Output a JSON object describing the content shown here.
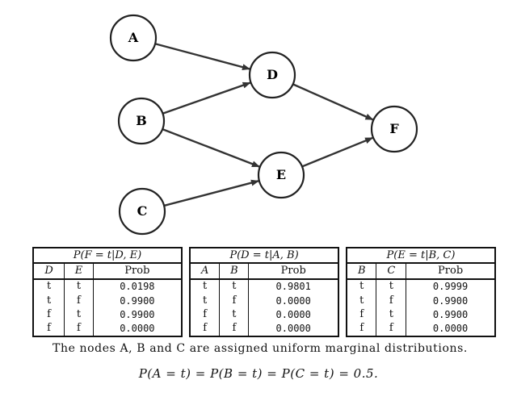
{
  "graph": {
    "nodes": [
      {
        "id": "A",
        "label": "A"
      },
      {
        "id": "B",
        "label": "B"
      },
      {
        "id": "C",
        "label": "C"
      },
      {
        "id": "D",
        "label": "D"
      },
      {
        "id": "E",
        "label": "E"
      },
      {
        "id": "F",
        "label": "F"
      }
    ],
    "edges": [
      {
        "from": "A",
        "to": "D"
      },
      {
        "from": "B",
        "to": "D"
      },
      {
        "from": "B",
        "to": "E"
      },
      {
        "from": "C",
        "to": "E"
      },
      {
        "from": "D",
        "to": "F"
      },
      {
        "from": "E",
        "to": "F"
      }
    ]
  },
  "tables": [
    {
      "title": "P(F = t|D, E)",
      "headers": [
        "D",
        "E",
        "Prob"
      ],
      "rows": [
        [
          "t",
          "t",
          "0.0198"
        ],
        [
          "t",
          "f",
          "0.9900"
        ],
        [
          "f",
          "t",
          "0.9900"
        ],
        [
          "f",
          "f",
          "0.0000"
        ]
      ]
    },
    {
      "title": "P(D = t|A, B)",
      "headers": [
        "A",
        "B",
        "Prob"
      ],
      "rows": [
        [
          "t",
          "t",
          "0.9801"
        ],
        [
          "t",
          "f",
          "0.0000"
        ],
        [
          "f",
          "t",
          "0.0000"
        ],
        [
          "f",
          "f",
          "0.0000"
        ]
      ]
    },
    {
      "title": "P(E = t|B, C)",
      "headers": [
        "B",
        "C",
        "Prob"
      ],
      "rows": [
        [
          "t",
          "t",
          "0.9999"
        ],
        [
          "t",
          "f",
          "0.9900"
        ],
        [
          "f",
          "t",
          "0.9900"
        ],
        [
          "f",
          "f",
          "0.0000"
        ]
      ]
    }
  ],
  "caption": "The nodes A, B and C are assigned uniform marginal distributions.",
  "equation": "P(A = t) = P(B = t) = P(C = t) = 0.5."
}
